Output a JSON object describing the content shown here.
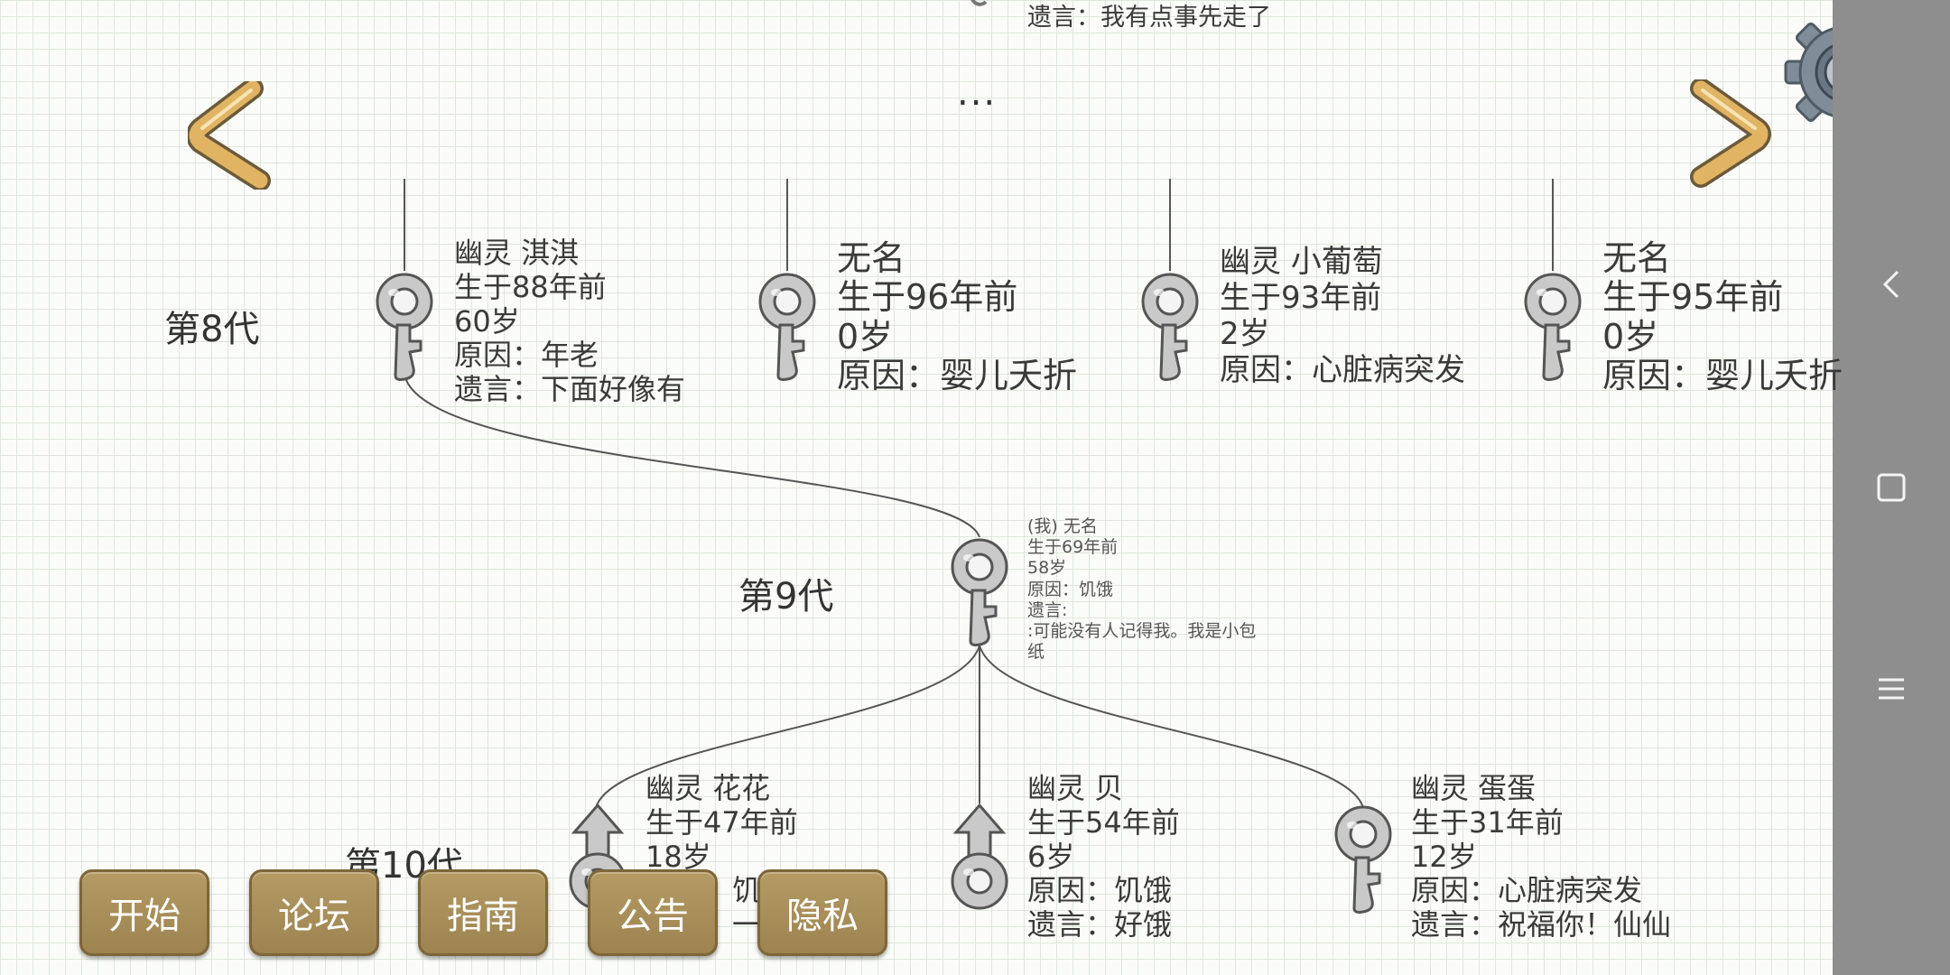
{
  "top_partial": {
    "will": "遗言：我有点事先走了"
  },
  "ellipsis": "...",
  "gen8": {
    "label": "第8代",
    "members": [
      {
        "lines": [
          "幽灵 淇淇",
          "生于88年前",
          "60岁",
          "原因：年老",
          "遗言：下面好像有"
        ]
      },
      {
        "lines": [
          "无名",
          "生于96年前",
          "0岁",
          "原因：婴儿夭折"
        ]
      },
      {
        "lines": [
          "幽灵 小葡萄",
          "生于93年前",
          "2岁",
          "原因：心脏病突发"
        ]
      },
      {
        "lines": [
          "无名",
          "生于95年前",
          "0岁",
          "原因：婴儿夭折"
        ]
      }
    ]
  },
  "gen9": {
    "label": "第9代",
    "self": {
      "lines": [
        "(我) 无名",
        "生于69年前",
        "58岁",
        "原因：饥饿",
        "遗言:",
        ":可能没有人记得我。我是小包",
        "纸"
      ]
    }
  },
  "gen10": {
    "label": "第10代",
    "members": [
      {
        "lines": [
          "幽灵 花花",
          "生于47年前",
          "18岁",
          "原因：饥饿",
          "遗言：一"
        ]
      },
      {
        "lines": [
          "幽灵 贝",
          "生于54年前",
          "6岁",
          "原因：饥饿",
          "遗言：好饿"
        ]
      },
      {
        "lines": [
          "幽灵 蛋蛋",
          "生于31年前",
          "12岁",
          "原因：心脏病突发",
          "遗言：祝福你！仙仙"
        ]
      }
    ]
  },
  "menu": {
    "start": "开始",
    "forum": "论坛",
    "guide": "指南",
    "notice": "公告",
    "privacy": "隐私"
  },
  "colors": {
    "arrow_fill": "#e0b462",
    "button_fill": "#a88e58",
    "side_bar": "#8e8e8e"
  }
}
